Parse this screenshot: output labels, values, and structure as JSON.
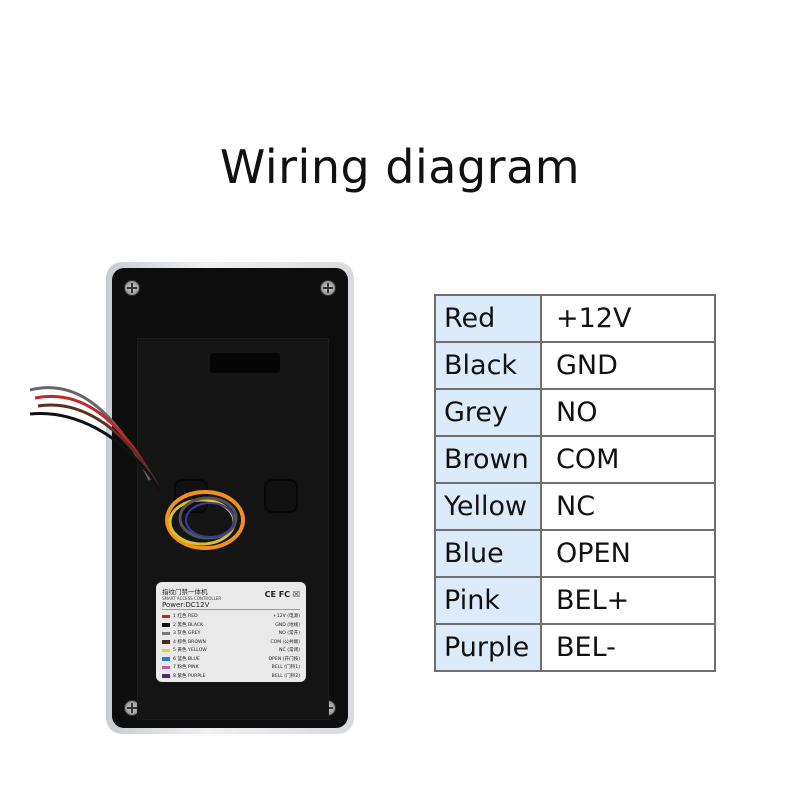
{
  "title": "Wiring diagram",
  "device_label": {
    "title": "指纹门禁一体机",
    "subtitle": "SMART ACCESS CONTROLLER",
    "power": "Power:DC12V",
    "marks": "CE FC ☒",
    "rows": [
      {
        "name": "1 红色 RED",
        "fn": "+12V (电源)",
        "color": "#c0282b"
      },
      {
        "name": "2 黑色 BLACK",
        "fn": "GND (地线)",
        "color": "#111111"
      },
      {
        "name": "3 灰色 GREY",
        "fn": "NO (常开)",
        "color": "#777777"
      },
      {
        "name": "4 棕色 BROWN",
        "fn": "COM (公共端)",
        "color": "#4a2a1a"
      },
      {
        "name": "5 黄色 YELLOW",
        "fn": "NC (常闭)",
        "color": "#e0d23a"
      },
      {
        "name": "6 蓝色 BLUE",
        "fn": "OPEN (开门按)",
        "color": "#2f78c8"
      },
      {
        "name": "7 粉色 PINK",
        "fn": "BELL (门铃1)",
        "color": "#c85a9c"
      },
      {
        "name": "8 紫色 PURPLE",
        "fn": "BELL (门铃2)",
        "color": "#4a2a6a"
      }
    ]
  },
  "wiring_table": [
    {
      "wire": "Red",
      "function": "+12V"
    },
    {
      "wire": "Black",
      "function": "GND"
    },
    {
      "wire": "Grey",
      "function": "NO"
    },
    {
      "wire": "Brown",
      "function": "COM"
    },
    {
      "wire": "Yellow",
      "function": "NC"
    },
    {
      "wire": "Blue",
      "function": "OPEN"
    },
    {
      "wire": "Pink",
      "function": "BEL+"
    },
    {
      "wire": "Purple",
      "function": "BEL-"
    }
  ]
}
